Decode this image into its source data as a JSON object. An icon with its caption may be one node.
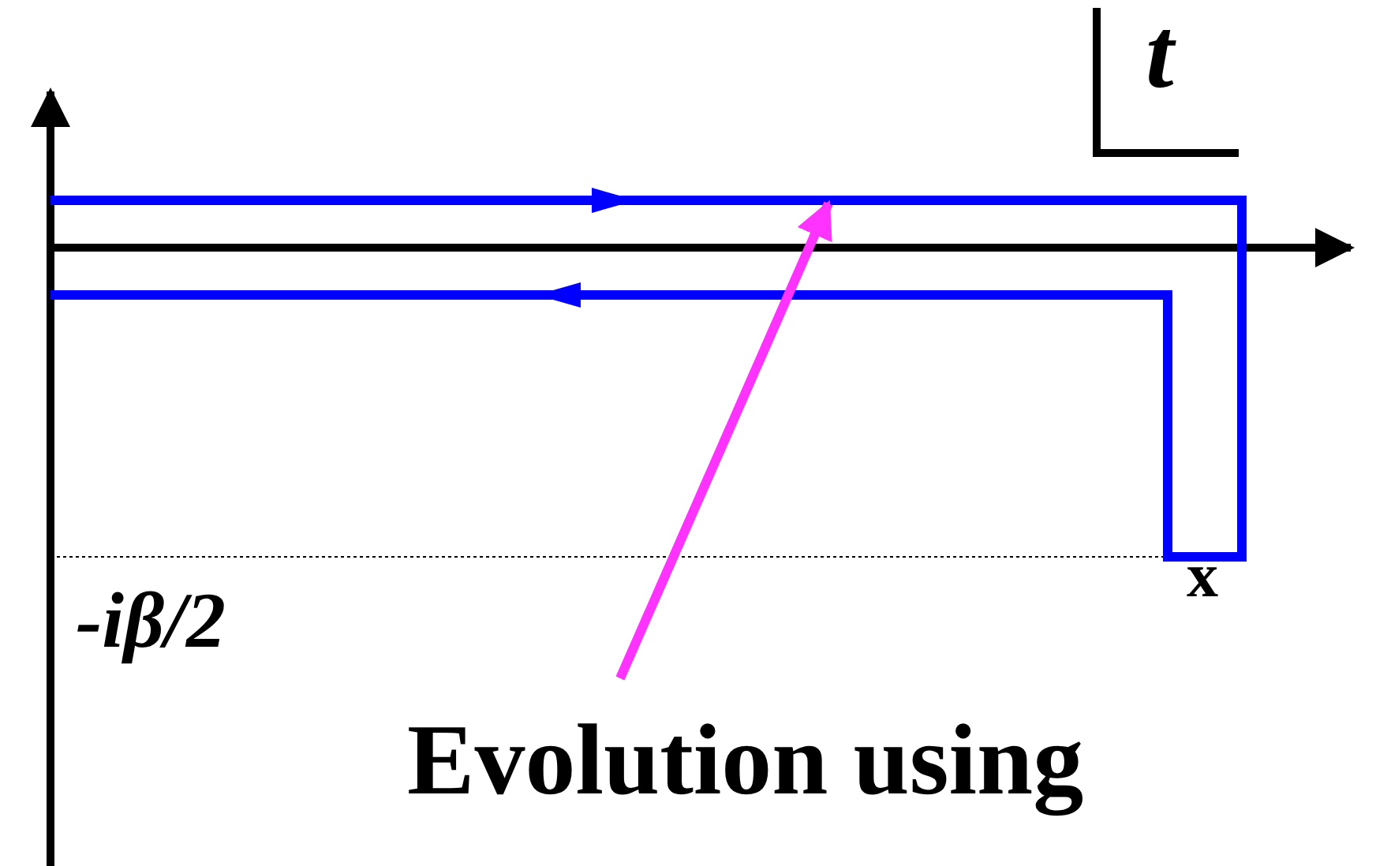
{
  "diagram": {
    "nodes": [
      {
        "text": [
          "Evolution using"
        ]
      },
      {
        "text": [],
        "shape": "picture"
      }
    ],
    "edges": [
      {
        "from": 0,
        "to": 1,
        "arrow": "to",
        "color": "#ff33ff"
      }
    ],
    "labels": [
      "t",
      "-iβ/2",
      "x"
    ]
  }
}
